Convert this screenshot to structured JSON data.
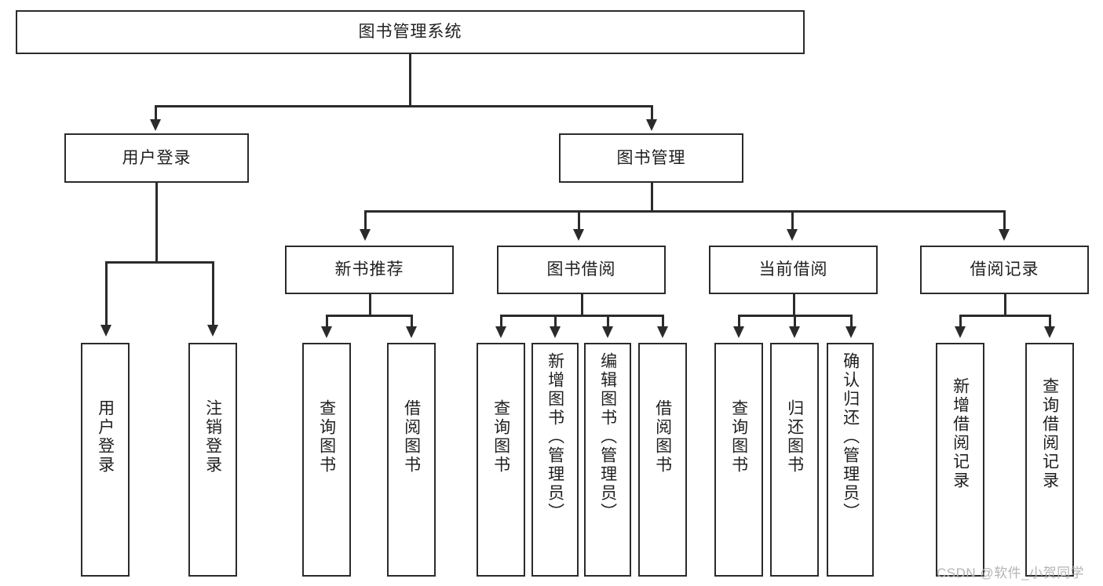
{
  "diagram": {
    "type": "hierarchy-tree",
    "title": "图书管理系统",
    "watermark": "CSDN @软件_小贺同学",
    "root": {
      "id": "root",
      "label": "图书管理系统"
    },
    "level2": [
      {
        "id": "user-login",
        "label": "用户登录"
      },
      {
        "id": "book-manage",
        "label": "图书管理"
      }
    ],
    "level3": [
      {
        "id": "new-book-recommend",
        "label": "新书推荐",
        "parent": "book-manage"
      },
      {
        "id": "book-borrow",
        "label": "图书借阅",
        "parent": "book-manage"
      },
      {
        "id": "current-borrow",
        "label": "当前借阅",
        "parent": "book-manage"
      },
      {
        "id": "borrow-record",
        "label": "借阅记录",
        "parent": "book-manage"
      }
    ],
    "leaves": [
      {
        "id": "leaf-user-login",
        "label": "用户登录",
        "parent": "user-login"
      },
      {
        "id": "leaf-user-logout",
        "label": "注销登录",
        "parent": "user-login"
      },
      {
        "id": "leaf-query-book-1",
        "label": "查询图书",
        "parent": "new-book-recommend"
      },
      {
        "id": "leaf-borrow-book-1",
        "label": "借阅图书",
        "parent": "new-book-recommend"
      },
      {
        "id": "leaf-query-book-2",
        "label": "查询图书",
        "parent": "book-borrow"
      },
      {
        "id": "leaf-add-book",
        "label": "新增图书（管理员）",
        "parent": "book-borrow"
      },
      {
        "id": "leaf-edit-book",
        "label": "编辑图书（管理员）",
        "parent": "book-borrow"
      },
      {
        "id": "leaf-borrow-book-2",
        "label": "借阅图书",
        "parent": "book-borrow"
      },
      {
        "id": "leaf-query-book-3",
        "label": "查询图书",
        "parent": "current-borrow"
      },
      {
        "id": "leaf-return-book",
        "label": "归还图书",
        "parent": "current-borrow"
      },
      {
        "id": "leaf-confirm-return",
        "label": "确认归还（管理员）",
        "parent": "current-borrow"
      },
      {
        "id": "leaf-add-record",
        "label": "新增借阅记录",
        "parent": "borrow-record"
      },
      {
        "id": "leaf-query-record",
        "label": "查询借阅记录",
        "parent": "borrow-record"
      }
    ],
    "colors": {
      "stroke": "#2b2b2b",
      "fill": "#ffffff",
      "text": "#1f1f1f",
      "watermark": "#b4b4b4"
    }
  }
}
